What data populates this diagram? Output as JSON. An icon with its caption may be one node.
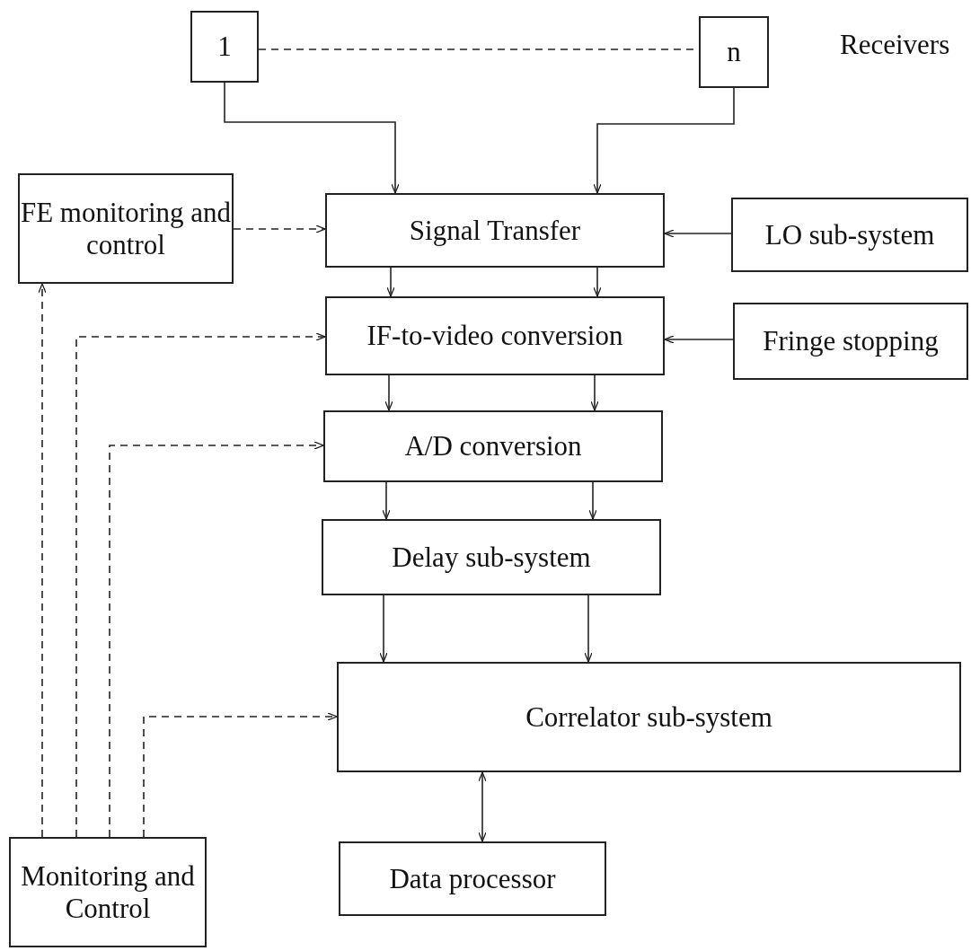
{
  "diagram": {
    "nodes": [
      {
        "text": [
          "1"
        ]
      },
      {
        "text": [
          "n"
        ]
      },
      {
        "text": [
          "FE monitoring and control"
        ]
      },
      {
        "text": [
          "Signal Transfer"
        ]
      },
      {
        "text": [
          "LO sub-system"
        ]
      },
      {
        "text": [
          "IF-to-video conversion"
        ]
      },
      {
        "text": [
          "Fringe stopping"
        ]
      },
      {
        "text": [
          "A/D conversion"
        ]
      },
      {
        "text": [
          "Delay sub-system"
        ]
      },
      {
        "text": [
          "Correlator sub-system"
        ]
      },
      {
        "text": [
          "Data processor"
        ]
      },
      {
        "text": [
          "Monitoring and Control"
        ]
      }
    ],
    "edges": [
      {
        "from": 0,
        "to": 3,
        "arrow": "to"
      },
      {
        "from": 1,
        "to": 3,
        "arrow": "to"
      },
      {
        "from": 0,
        "to": 1,
        "arrow": "none",
        "style": "dashed"
      },
      {
        "from": 2,
        "to": 3,
        "arrow": "to",
        "style": "dashed"
      },
      {
        "from": 4,
        "to": 3,
        "arrow": "to"
      },
      {
        "from": 3,
        "to": 5,
        "arrow": "to"
      },
      {
        "from": 3,
        "to": 5,
        "arrow": "to"
      },
      {
        "from": 6,
        "to": 5,
        "arrow": "to"
      },
      {
        "from": 5,
        "to": 7,
        "arrow": "to"
      },
      {
        "from": 5,
        "to": 7,
        "arrow": "to"
      },
      {
        "from": 7,
        "to": 8,
        "arrow": "to"
      },
      {
        "from": 7,
        "to": 8,
        "arrow": "to"
      },
      {
        "from": 8,
        "to": 9,
        "arrow": "to"
      },
      {
        "from": 8,
        "to": 9,
        "arrow": "to"
      },
      {
        "from": 9,
        "to": 10,
        "arrow": "both"
      },
      {
        "from": 11,
        "to": 2,
        "arrow": "to",
        "style": "dashed"
      },
      {
        "from": 11,
        "to": 5,
        "arrow": "to",
        "style": "dashed"
      },
      {
        "from": 11,
        "to": 7,
        "arrow": "to",
        "style": "dashed"
      },
      {
        "from": 11,
        "to": 9,
        "arrow": "to",
        "style": "dashed"
      }
    ],
    "labels": [
      "Receivers"
    ]
  }
}
